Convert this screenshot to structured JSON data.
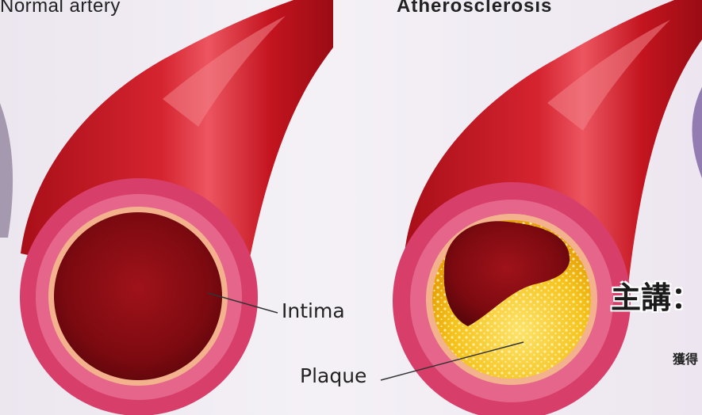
{
  "titles": {
    "normal": "Normal artery",
    "atherosclerosis": "Atherosclerosis"
  },
  "labels": {
    "intima": "Intima",
    "plaque": "Plaque"
  },
  "overlay": {
    "speaker": "主講：",
    "sub": "獲得"
  },
  "colors": {
    "vessel_outer": "#c3141f",
    "vessel_highlight": "#e8505a",
    "wall_pink": "#e0527a",
    "intima": "#f2b08a",
    "lumen": "#8c0a12",
    "plaque": "#f4c21b",
    "background": "#efeaf2"
  }
}
